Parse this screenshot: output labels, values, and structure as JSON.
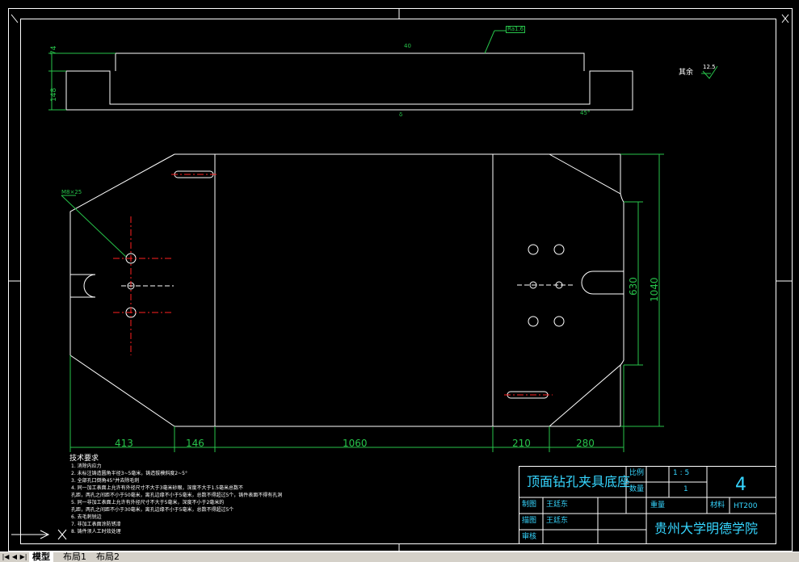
{
  "drawing": {
    "top_view": {
      "dims_left": [
        "74",
        "148"
      ],
      "small_labels": [
        "40",
        "δ",
        "45°"
      ],
      "surface_tag": "Ra1.6"
    },
    "surface_note": {
      "label": "其余",
      "value": "12.5"
    },
    "plan_view": {
      "dims_bottom": [
        "413",
        "146",
        "1060",
        "210",
        "280"
      ],
      "dims_right": [
        "630",
        "1040"
      ],
      "leader_tag": "M8×25"
    },
    "tech_requirements": {
      "title": "技术要求",
      "lines": [
        "1. 消除内应力",
        "2. 未标注铸造圆角半径3~5毫米，铸造拔模斜度2~5°",
        "3. 全部孔口倒角45°并去除毛刺",
        "4. 同一加工表面上允许有外径尺寸不大于3毫米砂眼，深度不大于1.5毫米总数不",
        "孔距，两孔之间距不小于50毫米，离孔边缘不小于5毫米，总数不得超过5个，铸件表面不得有孔洞",
        "5. 同一非加工表面上允许有外径尺寸不大于5毫米，深度不小于2毫米的",
        "孔距，两孔之间距不小于30毫米，离孔边缘不小于5毫米，总数不得超过5个",
        "6. 去毛刺锐边",
        "7. 非加工表面涂防锈漆",
        "8. 铸件须人工时效处理"
      ]
    },
    "title_block": {
      "part_name": "顶面钻孔夹具底座",
      "scale_label": "比例",
      "scale_value": "1 : 5",
      "qty_label": "数量",
      "qty_value": "1",
      "drawing_no": "4",
      "weight_label": "重量",
      "material_label": "材料",
      "material_value": "HT200",
      "drawn_label": "制图",
      "drawn_name": "王廷东",
      "traced_label": "描图",
      "traced_name": "王廷东",
      "review_label": "审核",
      "school": "贵州大学明德学院"
    }
  },
  "tabs": {
    "model": "模型",
    "layout1": "布局1",
    "layout2": "布局2",
    "active": "model"
  },
  "colors": {
    "background": "#000000",
    "lines": "#ffffff",
    "dimensions": "#27c34a",
    "centerlines": "#ff2020",
    "text_block": "#36d6ff"
  }
}
